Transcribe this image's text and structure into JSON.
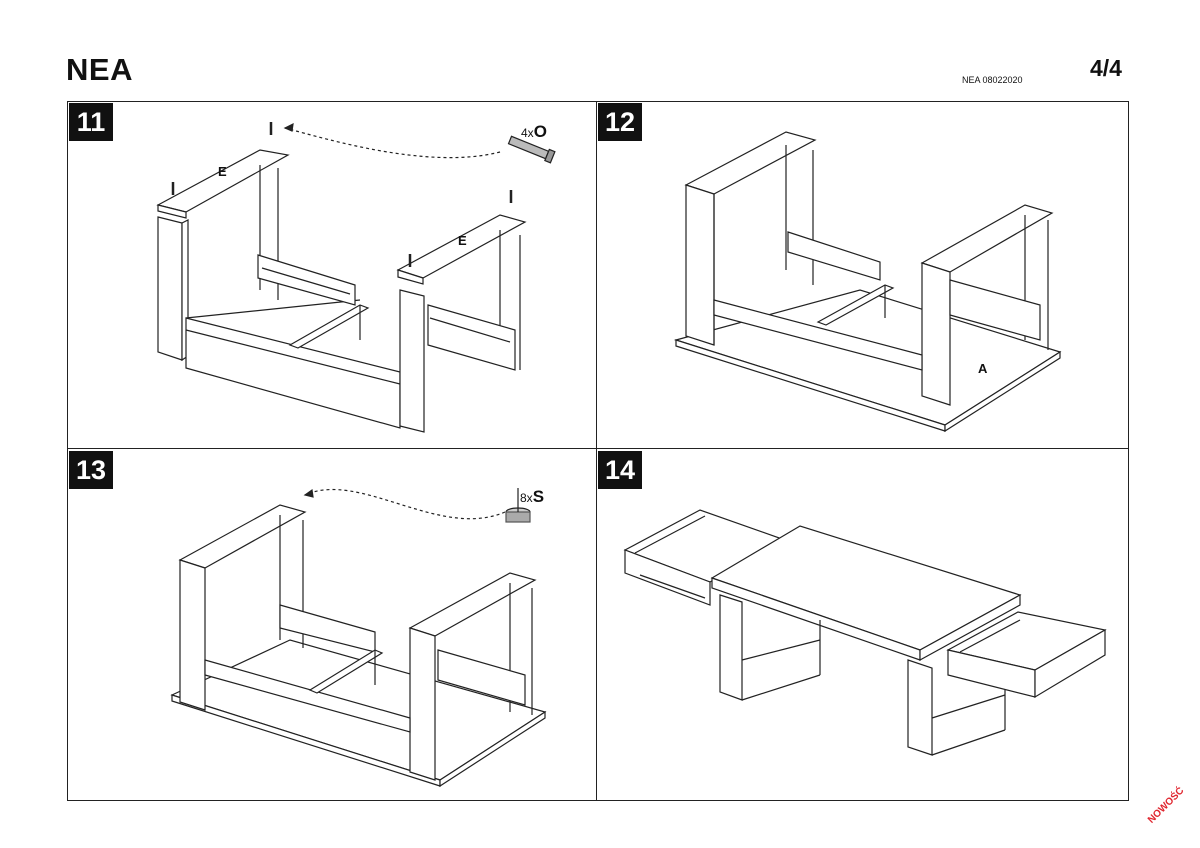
{
  "header": {
    "title": "NEA",
    "code": "NEA 08022020",
    "page": "4/4"
  },
  "steps": [
    {
      "number": "11",
      "part_label": "E",
      "part_label_2": "E",
      "hardware_qty": "4x",
      "hardware_letter": "O",
      "mark": "I"
    },
    {
      "number": "12",
      "panel_label": "A"
    },
    {
      "number": "13",
      "hardware_qty": "8x",
      "hardware_letter": "S"
    },
    {
      "number": "14"
    }
  ],
  "watermark": "NOWOŚĆ"
}
